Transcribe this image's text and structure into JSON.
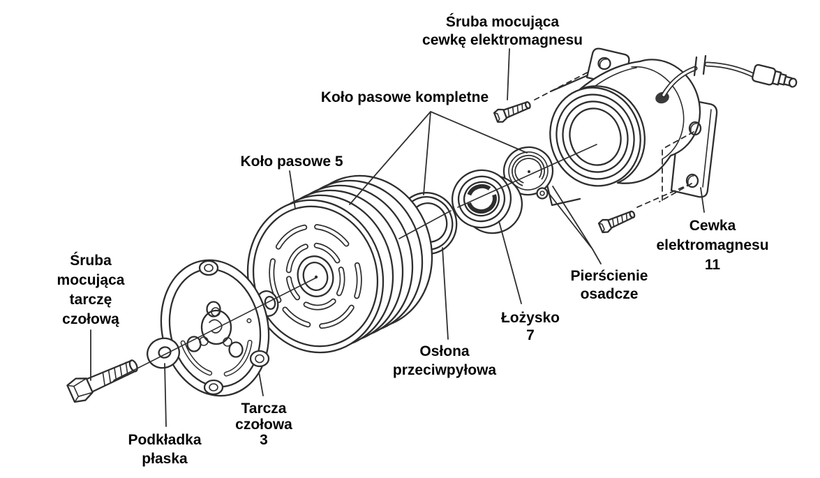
{
  "figure": {
    "kind": "exploded-parts-diagram",
    "language": "pl",
    "background_color": "#ffffff",
    "line_color": "#2e2e2e",
    "text_color": "#050505"
  },
  "labels": {
    "sruba_cewka": {
      "lines": [
        "Śruba mocująca",
        "cewkę elektromagnesu"
      ]
    },
    "kolo_kompletne": {
      "lines": [
        "Koło pasowe kompletne"
      ]
    },
    "kolo_pasowe_5": {
      "lines": [
        "Koło pasowe 5"
      ]
    },
    "sruba_tarcza": {
      "lines": [
        "Śruba",
        "mocująca",
        "tarczę",
        "czołową"
      ]
    },
    "podkladka": {
      "lines": [
        "Podkładka",
        "płaska"
      ]
    },
    "tarcza_3": {
      "lines": [
        "Tarcza",
        "czołowa",
        "3"
      ]
    },
    "oslona": {
      "lines": [
        "Osłona",
        "przeciwpyłowa"
      ]
    },
    "lozysko_7": {
      "lines": [
        "Łożysko",
        "7"
      ]
    },
    "pierscienie": {
      "lines": [
        "Pierścienie",
        "osadcze"
      ]
    },
    "cewka_11": {
      "lines": [
        "Cewka",
        "elektromagnesu",
        "11"
      ]
    }
  },
  "parts": [
    {
      "name": "Śruba mocująca cewkę elektromagnesu"
    },
    {
      "name": "Koło pasowe kompletne"
    },
    {
      "name": "Koło pasowe",
      "number": "5"
    },
    {
      "name": "Śruba mocująca tarczę czołową"
    },
    {
      "name": "Podkładka płaska"
    },
    {
      "name": "Tarcza czołowa",
      "number": "3"
    },
    {
      "name": "Osłona przeciwpyłowa"
    },
    {
      "name": "Łożysko",
      "number": "7"
    },
    {
      "name": "Pierścienie osadcze"
    },
    {
      "name": "Cewka elektromagnesu",
      "number": "11"
    }
  ]
}
